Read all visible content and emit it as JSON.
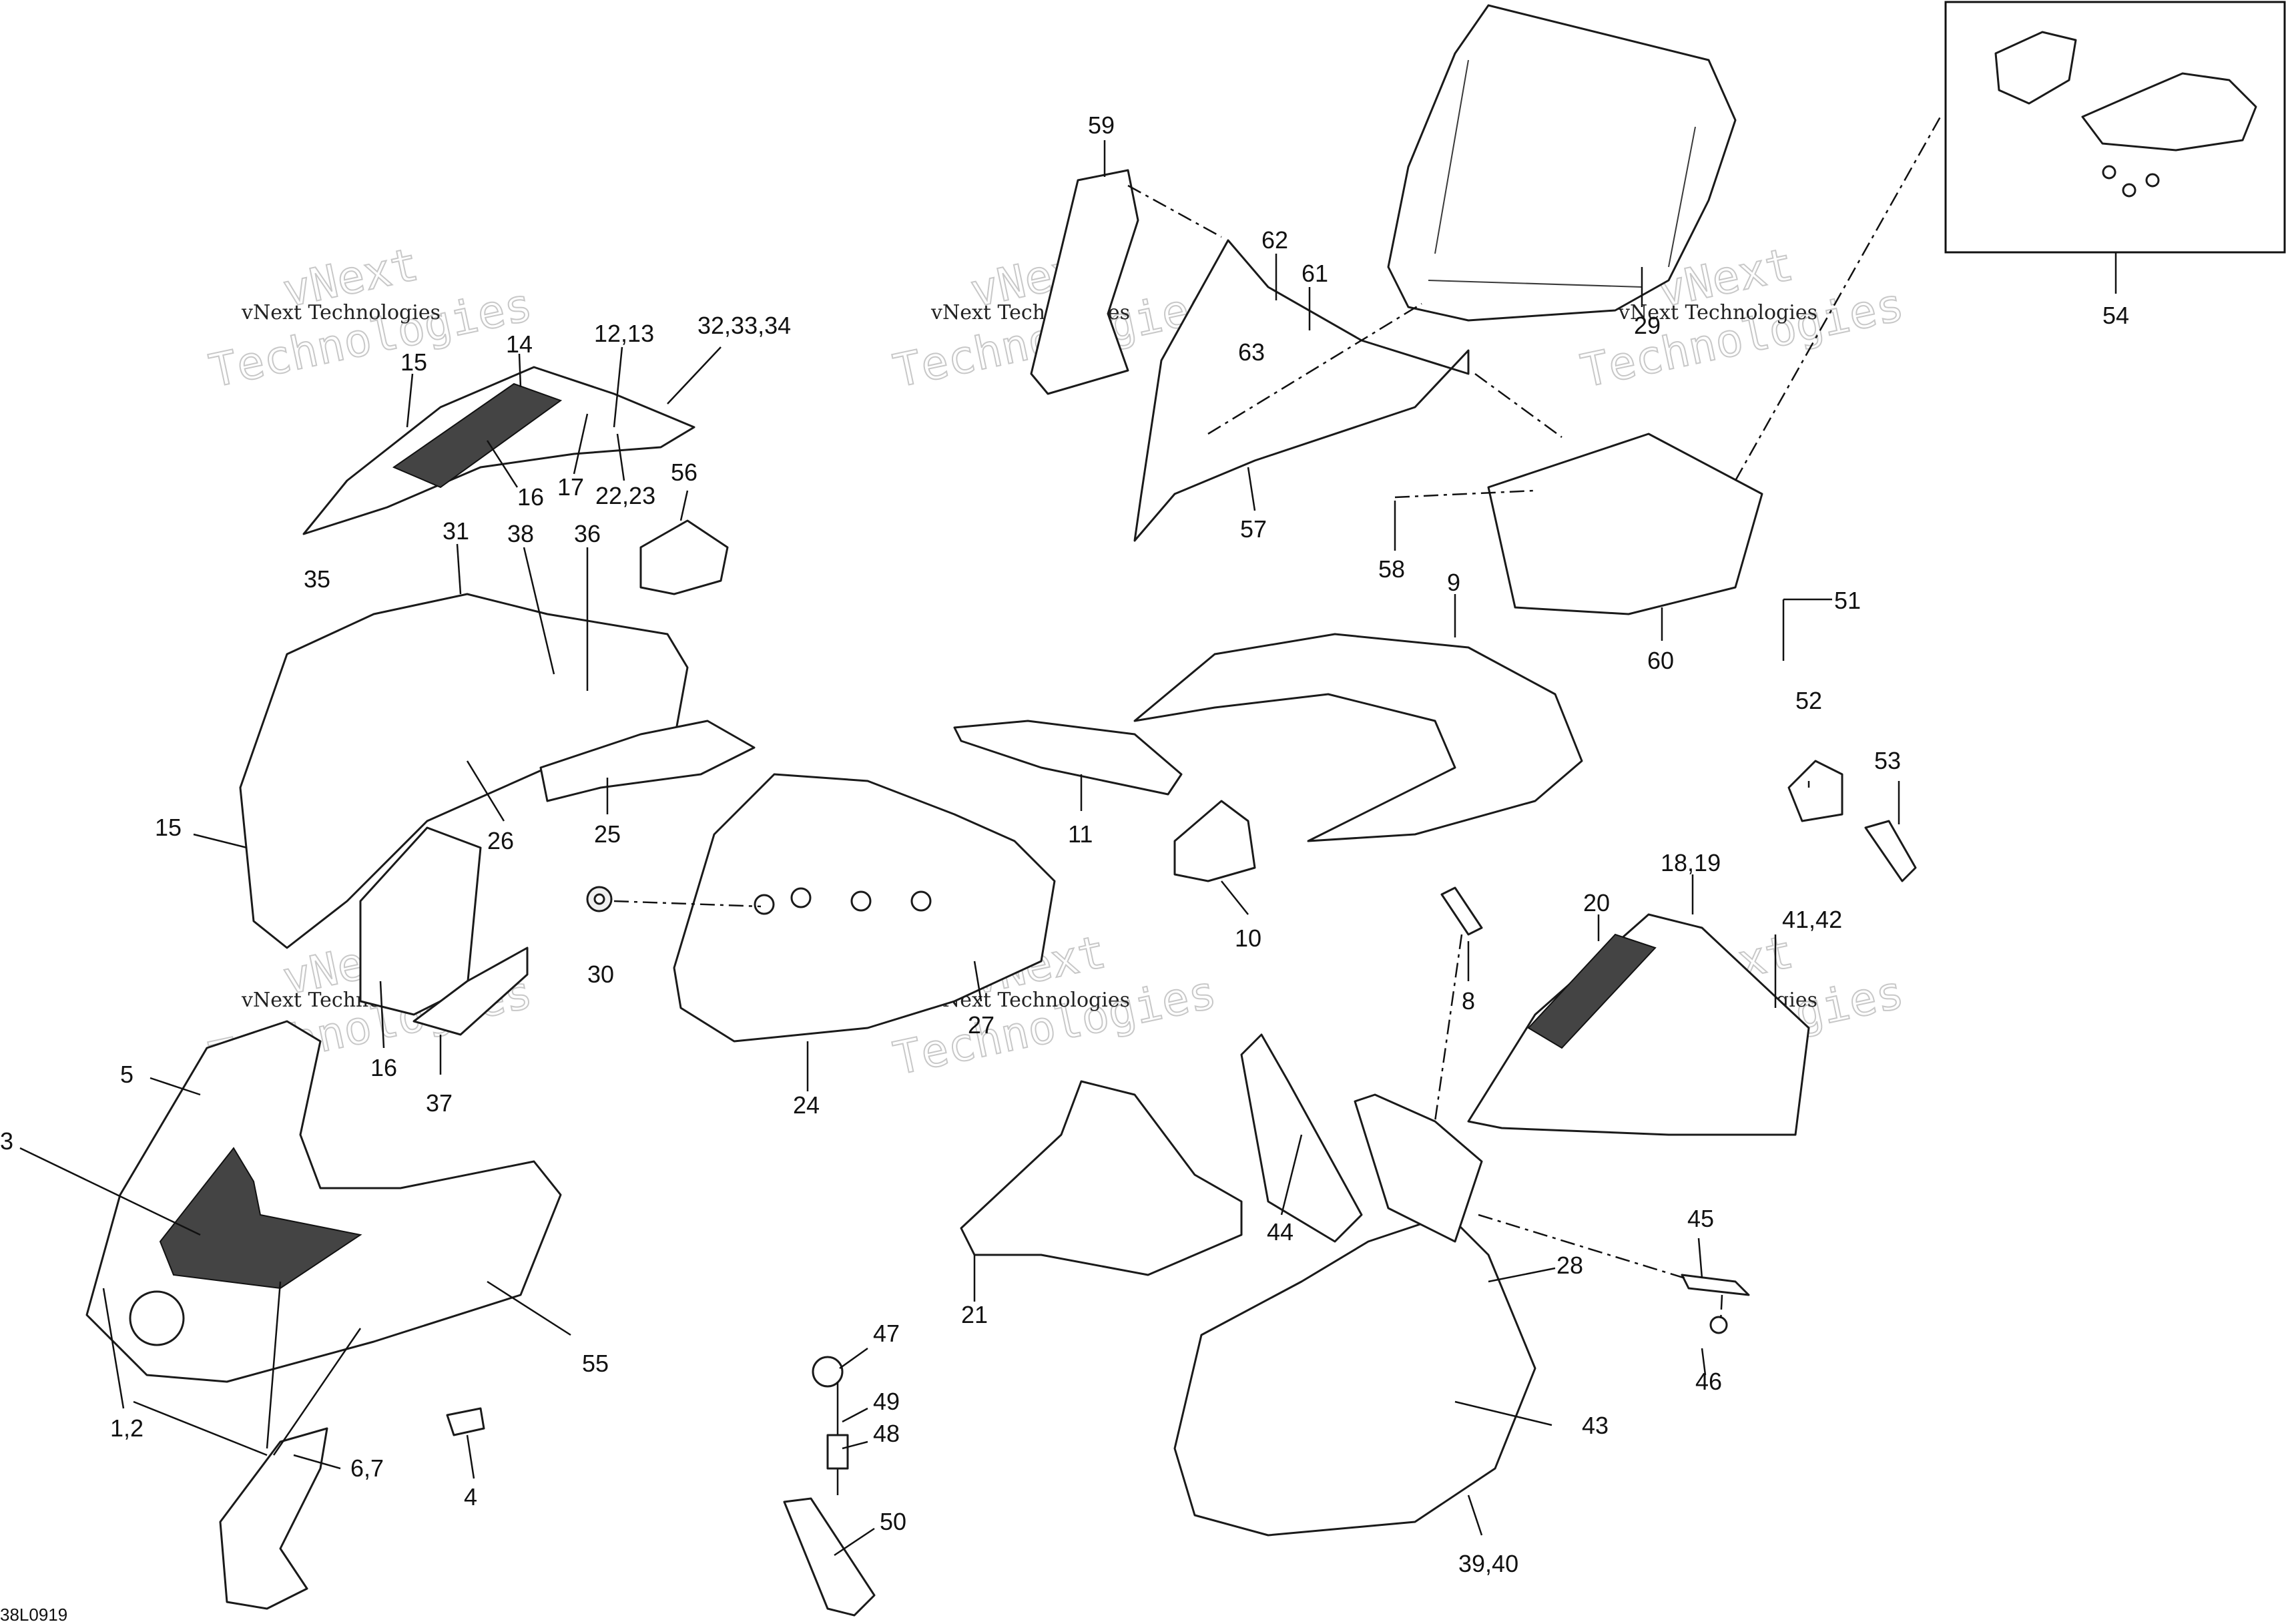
{
  "diagram": {
    "drawing_code": "38L0919",
    "watermark": {
      "company_small": "vNext Technologies",
      "brand_outline": "vNext",
      "word_outline": "Technologies"
    },
    "callouts": [
      {
        "id": "c1",
        "text": "59"
      },
      {
        "id": "c2",
        "text": "62"
      },
      {
        "id": "c3",
        "text": "61"
      },
      {
        "id": "c4",
        "text": "63"
      },
      {
        "id": "c5",
        "text": "29"
      },
      {
        "id": "c6",
        "text": "54"
      },
      {
        "id": "c7",
        "text": "15"
      },
      {
        "id": "c8",
        "text": "14"
      },
      {
        "id": "c9",
        "text": "12,13"
      },
      {
        "id": "c10",
        "text": "32,33,34"
      },
      {
        "id": "c11",
        "text": "16"
      },
      {
        "id": "c12",
        "text": "17"
      },
      {
        "id": "c13",
        "text": "22,23"
      },
      {
        "id": "c14",
        "text": "56"
      },
      {
        "id": "c15",
        "text": "57"
      },
      {
        "id": "c16",
        "text": "58"
      },
      {
        "id": "c17",
        "text": "60"
      },
      {
        "id": "c18",
        "text": "31"
      },
      {
        "id": "c19",
        "text": "38"
      },
      {
        "id": "c20",
        "text": "36"
      },
      {
        "id": "c21",
        "text": "35"
      },
      {
        "id": "c22",
        "text": "9"
      },
      {
        "id": "c23",
        "text": "51"
      },
      {
        "id": "c24",
        "text": "52"
      },
      {
        "id": "c25",
        "text": "53"
      },
      {
        "id": "c26",
        "text": "11"
      },
      {
        "id": "c27",
        "text": "25"
      },
      {
        "id": "c28",
        "text": "26"
      },
      {
        "id": "c29",
        "text": "15"
      },
      {
        "id": "c30",
        "text": "10"
      },
      {
        "id": "c31",
        "text": "30"
      },
      {
        "id": "c32",
        "text": "18,19"
      },
      {
        "id": "c33",
        "text": "20"
      },
      {
        "id": "c34",
        "text": "41,42"
      },
      {
        "id": "c35",
        "text": "8"
      },
      {
        "id": "c36",
        "text": "27"
      },
      {
        "id": "c37",
        "text": "16"
      },
      {
        "id": "c38",
        "text": "37"
      },
      {
        "id": "c39",
        "text": "5"
      },
      {
        "id": "c40",
        "text": "24"
      },
      {
        "id": "c41",
        "text": "3"
      },
      {
        "id": "c42",
        "text": "44"
      },
      {
        "id": "c43",
        "text": "28"
      },
      {
        "id": "c44",
        "text": "45"
      },
      {
        "id": "c45",
        "text": "21"
      },
      {
        "id": "c46",
        "text": "55"
      },
      {
        "id": "c47",
        "text": "46"
      },
      {
        "id": "c48",
        "text": "47"
      },
      {
        "id": "c49",
        "text": "49"
      },
      {
        "id": "c50",
        "text": "48"
      },
      {
        "id": "c51",
        "text": "43"
      },
      {
        "id": "c52",
        "text": "1,2"
      },
      {
        "id": "c53",
        "text": "4"
      },
      {
        "id": "c54",
        "text": "6,7"
      },
      {
        "id": "c55",
        "text": "50"
      },
      {
        "id": "c56",
        "text": "39,40"
      }
    ]
  }
}
